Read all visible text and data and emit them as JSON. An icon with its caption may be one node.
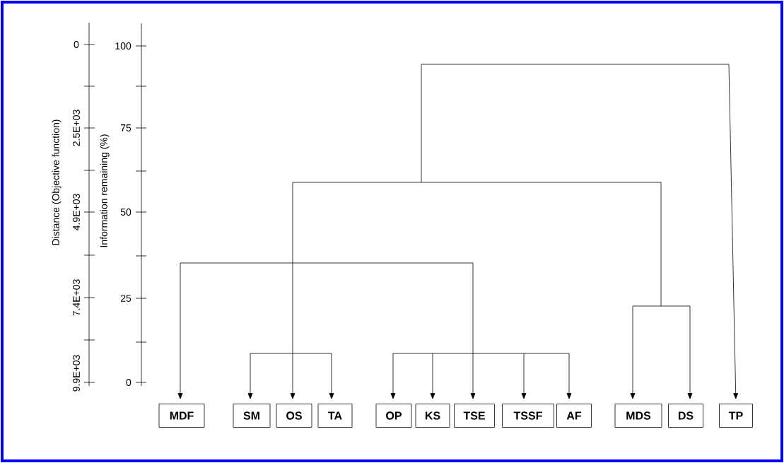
{
  "diagram": {
    "nodes": [
      {
        "text": [
          "MDF"
        ]
      },
      {
        "text": [
          "SM"
        ]
      },
      {
        "text": [
          "OS"
        ]
      },
      {
        "text": [
          "TA"
        ]
      },
      {
        "text": [
          "OP"
        ]
      },
      {
        "text": [
          "KS"
        ]
      },
      {
        "text": [
          "TSE"
        ]
      },
      {
        "text": [
          "TSSF"
        ]
      },
      {
        "text": [
          "AF"
        ]
      },
      {
        "text": [
          "MDS"
        ]
      },
      {
        "text": [
          "DS"
        ]
      },
      {
        "text": [
          "TP"
        ]
      }
    ],
    "edges": [
      {
        "from": null,
        "to": 0,
        "arrow": "to"
      },
      {
        "from": null,
        "to": 1,
        "arrow": "to"
      },
      {
        "from": null,
        "to": 2,
        "arrow": "to"
      },
      {
        "from": null,
        "to": 3,
        "arrow": "to"
      },
      {
        "from": null,
        "to": 4,
        "arrow": "to"
      },
      {
        "from": null,
        "to": 5,
        "arrow": "to"
      },
      {
        "from": null,
        "to": 6,
        "arrow": "to"
      },
      {
        "from": null,
        "to": 7,
        "arrow": "to"
      },
      {
        "from": null,
        "to": 8,
        "arrow": "to"
      },
      {
        "from": null,
        "to": 9,
        "arrow": "to"
      },
      {
        "from": null,
        "to": 10,
        "arrow": "to"
      },
      {
        "from": null,
        "to": 11,
        "arrow": "to"
      }
    ],
    "labels": [
      "Distance (Objective function)",
      "0",
      "2.5E+03",
      "4.9E+03",
      "7.4E+03",
      "9.9E+03",
      "Information remaining (%)",
      "100",
      "75",
      "50",
      "25",
      "0"
    ]
  }
}
